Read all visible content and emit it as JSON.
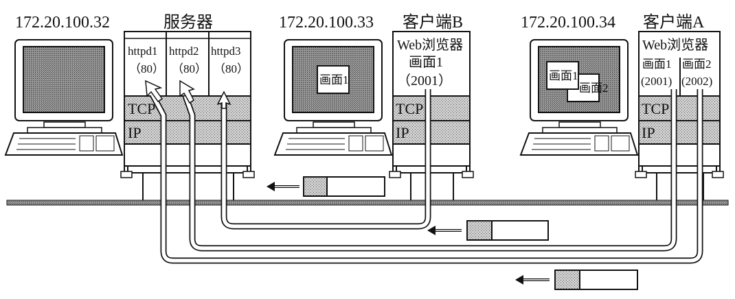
{
  "hosts": {
    "server": {
      "ip": "172.20.100.32",
      "name": "服务器",
      "procs": [
        "httpd1",
        "httpd2",
        "httpd3"
      ],
      "port": "（80）"
    },
    "clientB": {
      "ip": "172.20.100.33",
      "name": "客户端B",
      "app_line1": "Web浏览器",
      "app_line2": "画面1",
      "app_line3": "（2001）",
      "screen_window": "画面1"
    },
    "clientA": {
      "ip": "172.20.100.34",
      "name": "客户端A",
      "app_line1": "Web浏览器",
      "col1_line1": "画面1",
      "col1_line2": "(2001)",
      "col2_line1": "画面2",
      "col2_line2": "(2002)",
      "screen_window1": "画面1",
      "screen_window2": "画面2"
    }
  },
  "layers": {
    "tcp": "TCP",
    "ip": "IP"
  },
  "colors": {
    "line": "#111111",
    "shade": "#bdbdbd",
    "screen": "#9a9a9a",
    "background": "#ffffff"
  }
}
